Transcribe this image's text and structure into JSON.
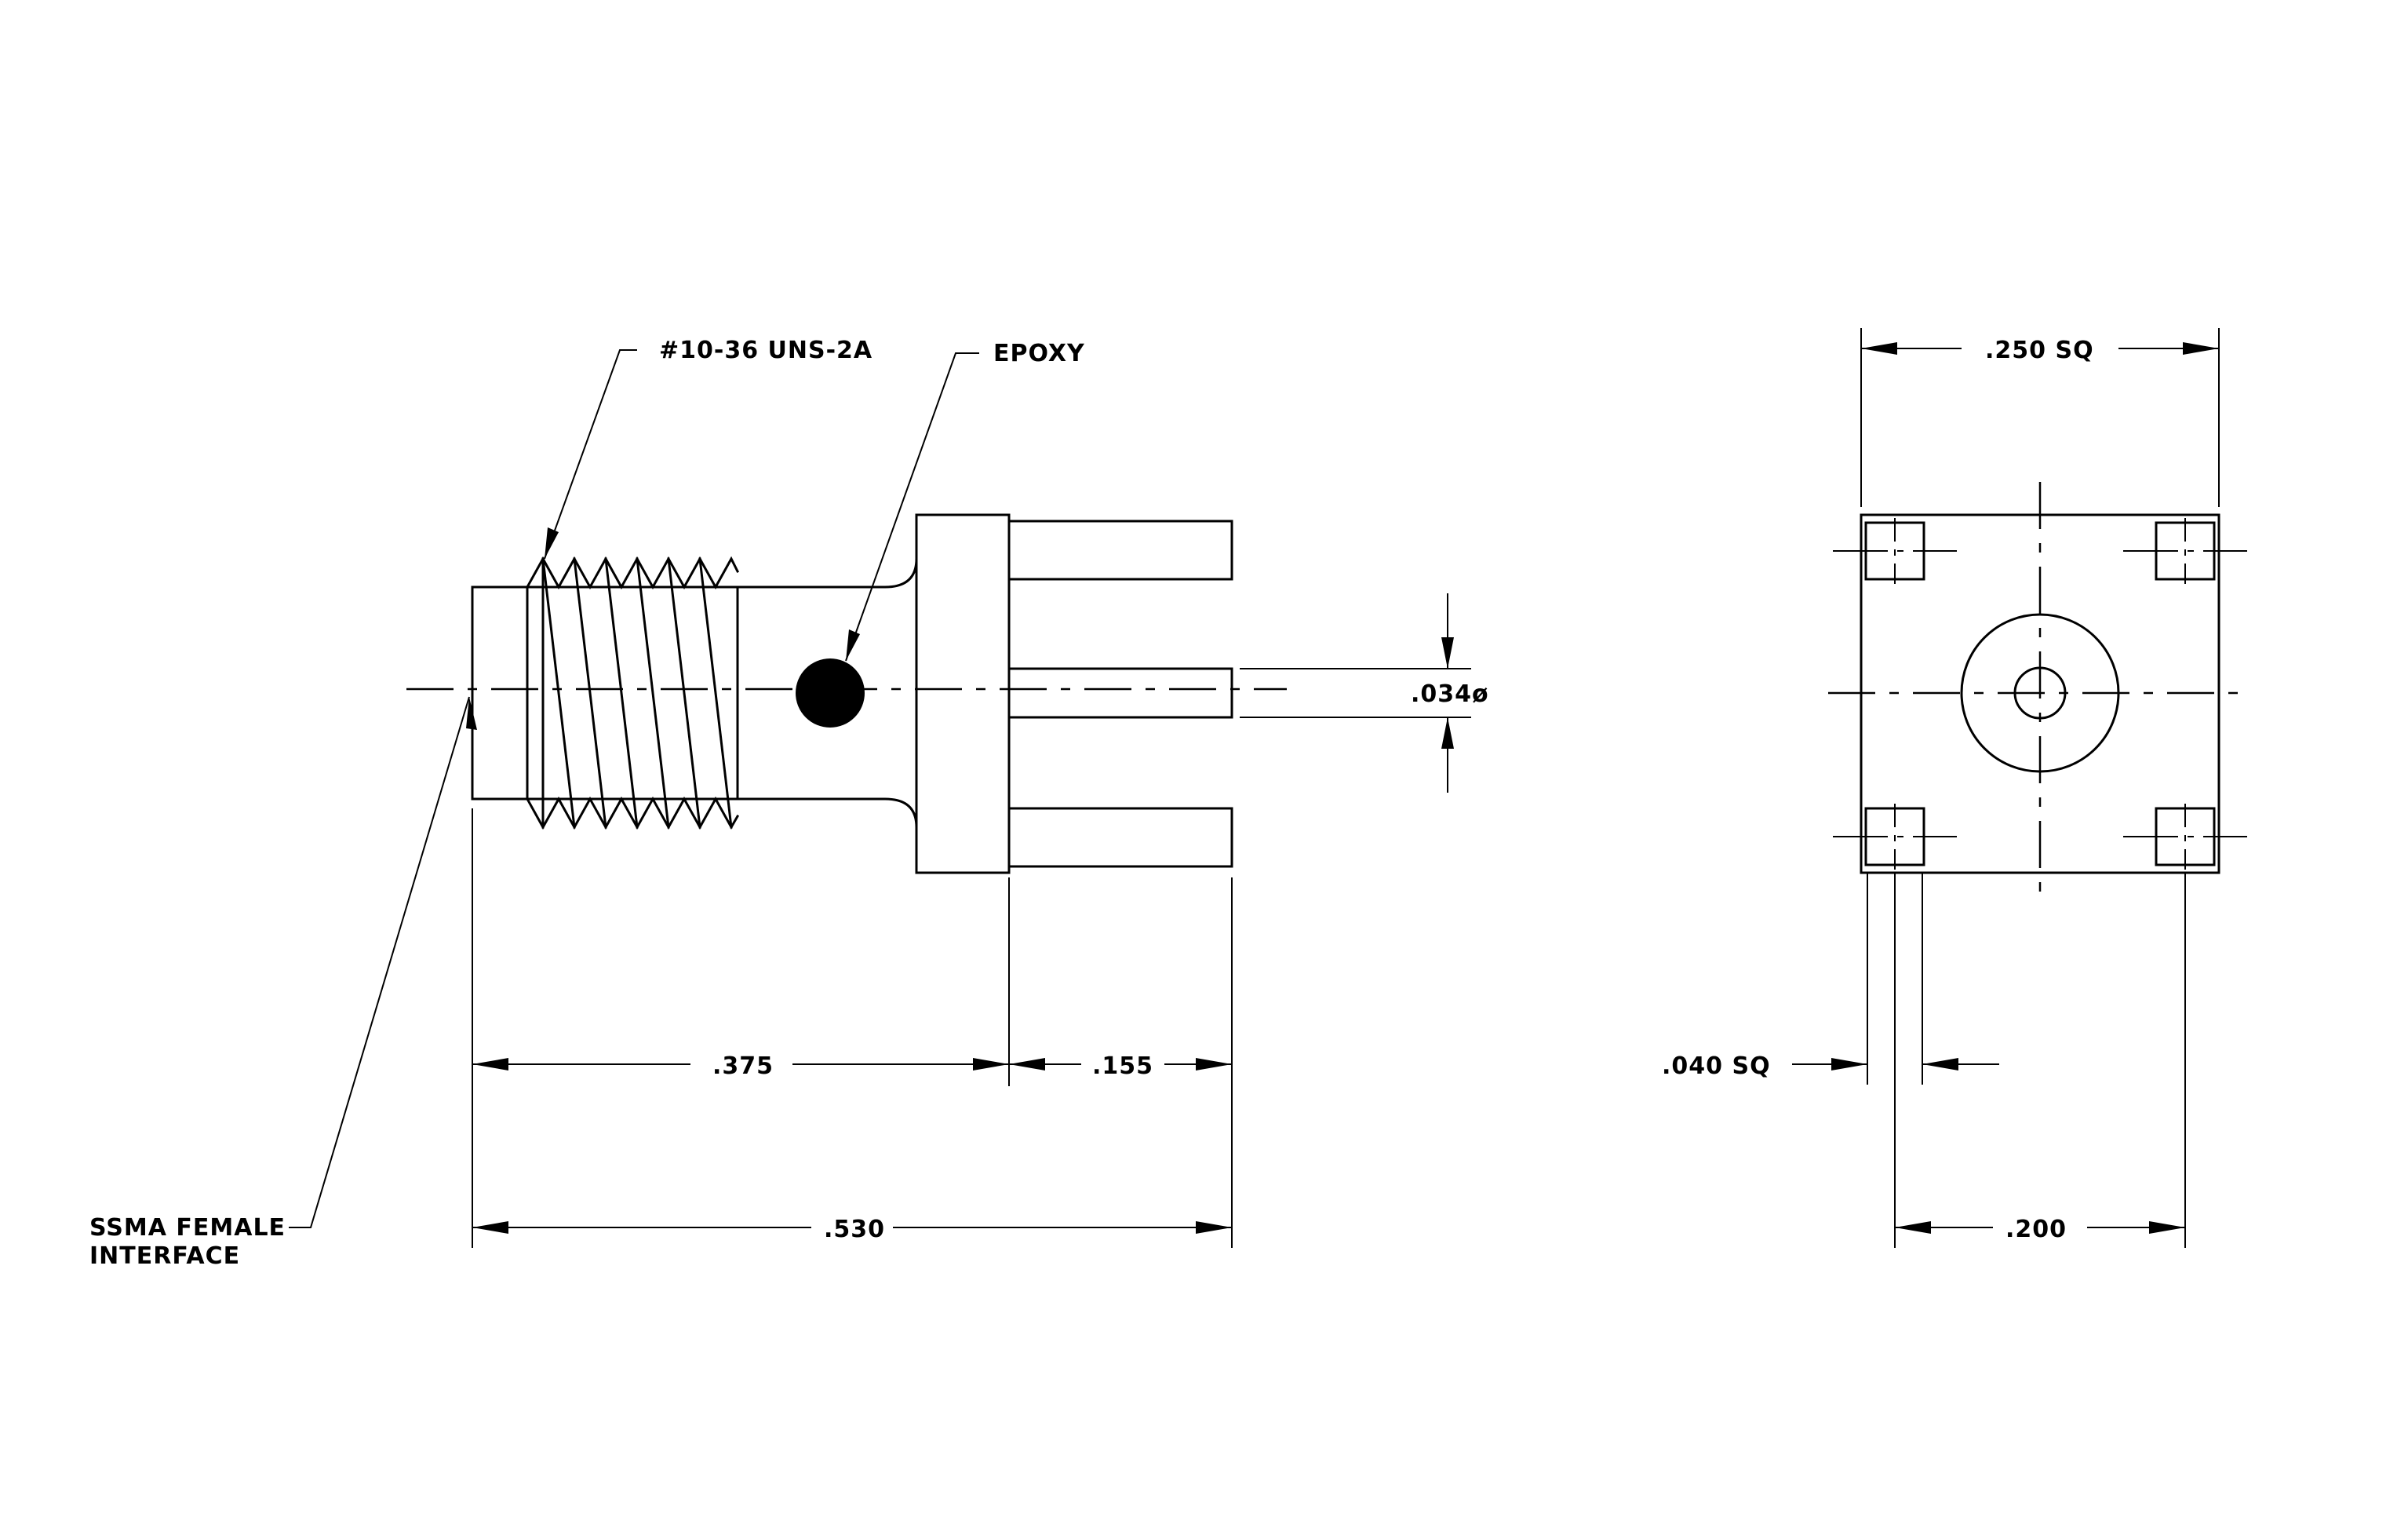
{
  "labels": {
    "thread": "#10-36 UNS-2A",
    "epoxy": "EPOXY",
    "interface_line1": "SSMA FEMALE",
    "interface_line2": "INTERFACE",
    "dim_375": ".375",
    "dim_155": ".155",
    "dim_530": ".530",
    "dim_pin_dia": ".034ø",
    "dim_flange": ".250 SQ",
    "dim_leg": ".040 SQ",
    "dim_spacing": ".200"
  },
  "colors": {
    "ink": "#000000",
    "paper": "#ffffff"
  }
}
